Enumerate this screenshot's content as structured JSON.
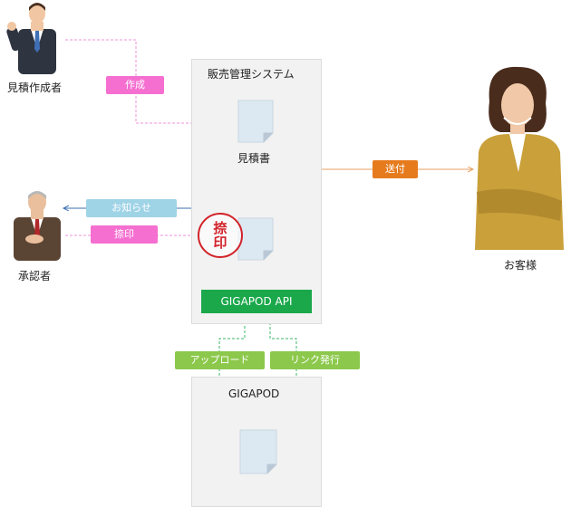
{
  "system": {
    "title": "販売管理システム",
    "api_label": "GIGAPOD API"
  },
  "gigapod": {
    "title": "GIGAPOD"
  },
  "documents": {
    "estimate": "見積書"
  },
  "stamp": {
    "line1": "捺",
    "line2": "印"
  },
  "actors": {
    "creator": "見積作成者",
    "approver": "承認者",
    "customer": "お客様"
  },
  "steps": {
    "create": "作成",
    "notify": "お知らせ",
    "stamp": "捺印",
    "send": "送付",
    "upload": "アップロード",
    "link": "リンク発行"
  },
  "colors": {
    "pink": "#f56fd0",
    "light_blue": "#9fd3e6",
    "orange": "#e67b1e",
    "green_api": "#1aa84b",
    "green_light": "#8cc84b",
    "stamp_red": "#d2232a"
  }
}
